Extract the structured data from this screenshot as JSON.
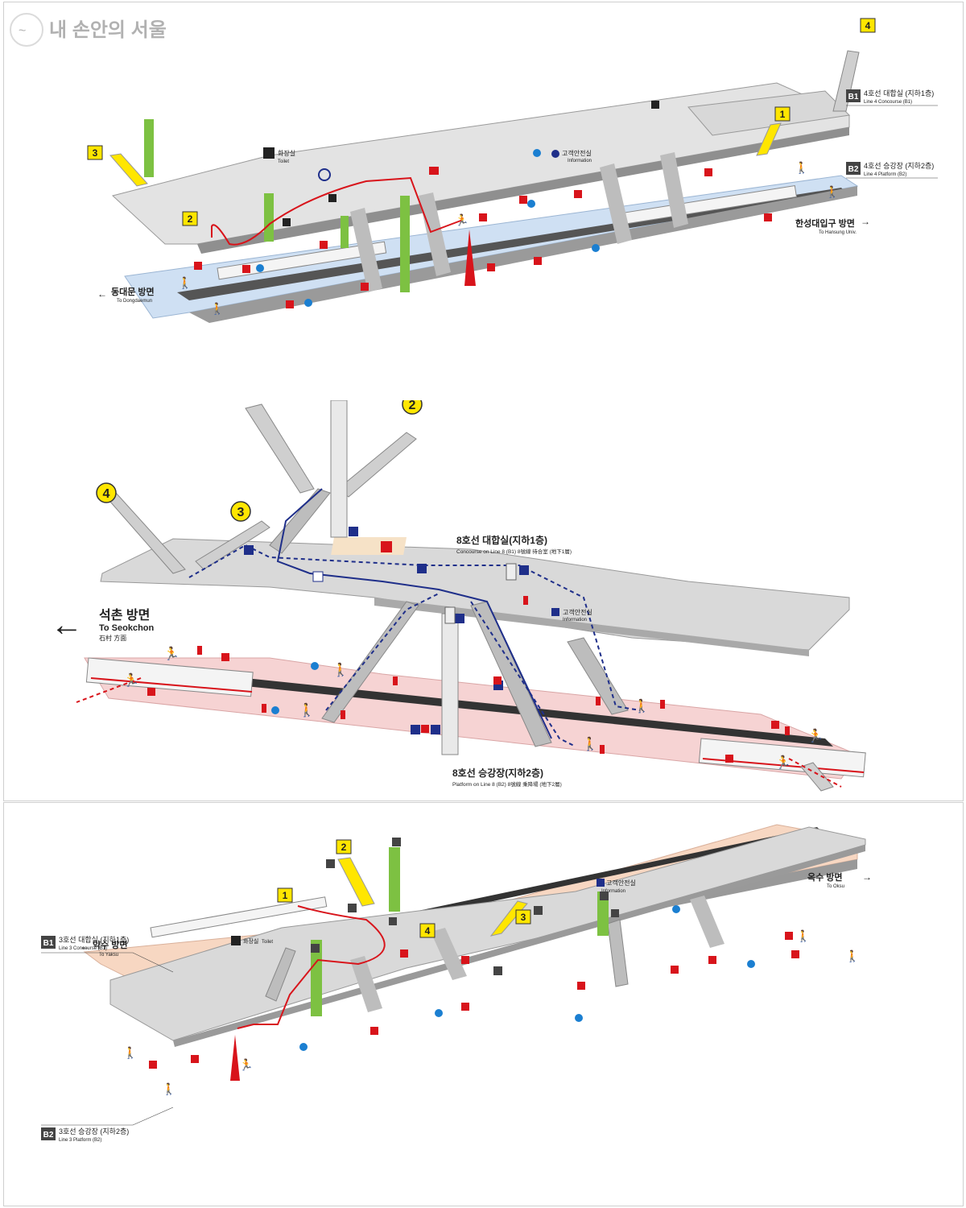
{
  "watermark": "내 손안의 서울",
  "colors": {
    "line4_platform": "#cfe0f3",
    "line8_platform": "#f6d3d3",
    "line3_platform": "#f7d7c2",
    "concourse": "#e3e3e3",
    "exit_badge": "#ffe600",
    "elevator": "#7dc142",
    "route_red": "#d8141b",
    "route_blue": "#1f2f8a"
  },
  "panel1": {
    "exits": [
      "1",
      "2",
      "3",
      "4"
    ],
    "b1_badge": "B1",
    "b1_ko": "4호선 대합실 (지하1층)",
    "b1_en": "Line 4  Concourse (B1)",
    "b2_badge": "B2",
    "b2_ko": "4호선 승강장 (지하2층)",
    "b2_en": "Line 4  Platform (B2)",
    "toilet_ko": "화장실",
    "toilet_en": "Toilet",
    "info_ko": "고객안전실",
    "info_en": "Information",
    "dir_left_ko": "동대문 방면",
    "dir_left_en": "To Dongdaemun",
    "dir_right_ko": "한성대입구 방면",
    "dir_right_en": "To Hansung Univ."
  },
  "panel2": {
    "exits": [
      "2",
      "3",
      "4"
    ],
    "concourse_ko": "8호선 대합실(지하1층)",
    "concourse_en": "Concourse on Line 8 (B1)   8號線 待合室 (地下1層)",
    "info_ko": "고객안전실",
    "info_en": "Information",
    "dir_ko": "석촌 방면",
    "dir_en": "To Seokchon",
    "dir_hanja": "石村 方面",
    "platform_ko": "8호선 승강장(지하2층)",
    "platform_en": "Platform on Line 8 (B2)   8號線 乘降場 (地下2層)"
  },
  "panel3": {
    "exits": [
      "1",
      "2",
      "3",
      "4"
    ],
    "b1_badge": "B1",
    "b1_ko": "3호선 대합실 (지하1층)",
    "b1_en": "Line 3  Concourse (B1)",
    "b2_badge": "B2",
    "b2_ko": "3호선 승강장 (지하2층)",
    "b2_en": "Line 3  Platform (B2)",
    "toilet_ko": "화장실",
    "toilet_en": "Toilet",
    "info_ko": "고객안전실",
    "info_en": "Information",
    "dir_left_ko": "약수 방면",
    "dir_left_en": "To Yaksu",
    "dir_right_ko": "옥수 방면",
    "dir_right_en": "To Oksu"
  }
}
